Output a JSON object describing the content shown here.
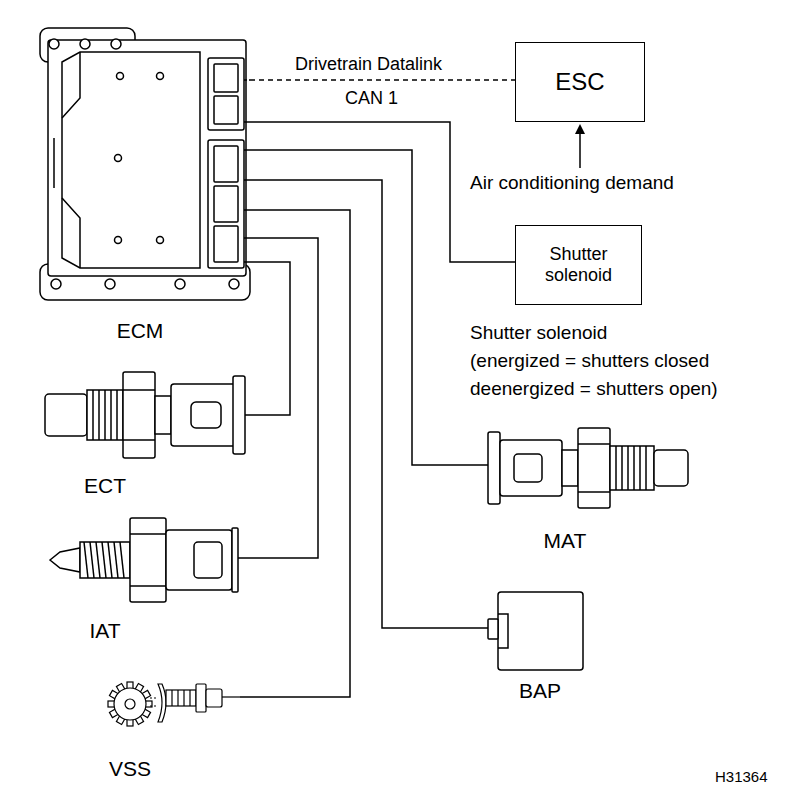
{
  "diagram": {
    "nodes": [
      {
        "text": [
          "ECM"
        ]
      },
      {
        "text": [
          "ESC"
        ]
      },
      {
        "text": [
          "Shutter solenoid"
        ]
      },
      {
        "text": [
          "ECT"
        ]
      },
      {
        "text": [
          "IAT"
        ]
      },
      {
        "text": [
          "VSS"
        ]
      },
      {
        "text": [
          "MAT"
        ]
      },
      {
        "text": [
          "BAP"
        ]
      }
    ],
    "edges": [
      {
        "from": 0,
        "to": 1,
        "arrow": "none",
        "label": "Drivetrain Datalink"
      },
      {
        "from": 0,
        "to": 2,
        "arrow": "none"
      },
      {
        "from": 0,
        "to": 6,
        "arrow": "none"
      },
      {
        "from": 0,
        "to": 7,
        "arrow": "none"
      },
      {
        "from": 0,
        "to": 5,
        "arrow": "none"
      },
      {
        "from": 0,
        "to": 4,
        "arrow": "none"
      },
      {
        "from": 0,
        "to": 3,
        "arrow": "none"
      }
    ],
    "labels": [
      "CAN 1",
      "Air conditioning demand",
      "Shutter solenoid",
      "(energized = shutters closed",
      "deenergized = shutters open)",
      "H31364"
    ]
  }
}
